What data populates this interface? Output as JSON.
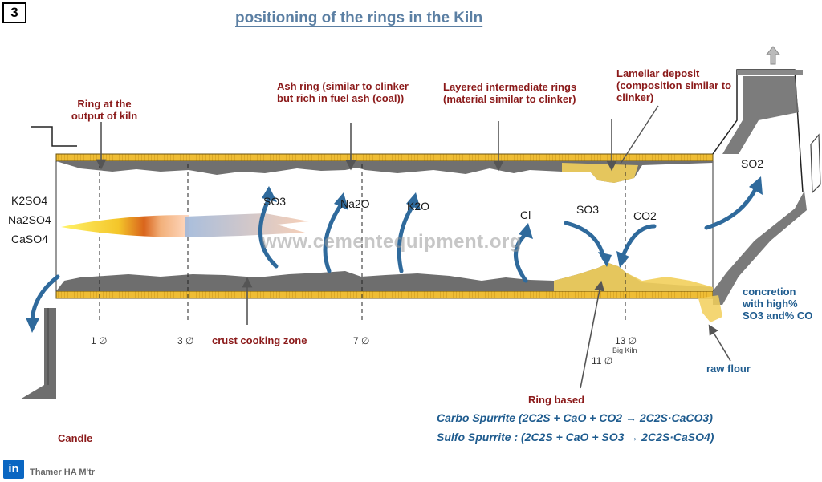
{
  "badge": "3",
  "title": "positioning of the rings in the Kiln",
  "labels": {
    "ring_output": "Ring at the output of kiln",
    "ash_ring": "Ash ring (similar to clinker but rich in fuel ash (coal))",
    "layered": "Layered intermediate rings (material similar to clinker)",
    "lamellar": "Lamellar deposit (composition similar to clinker)",
    "crust": "crust cooking zone",
    "candle": "Candle",
    "concretion": "concretion with high% SO3 and% CO",
    "raw_flour": "raw flour",
    "ring_based": "Ring based"
  },
  "chemicals": {
    "k2so4": "K2SO4",
    "na2so4": "Na2SO4",
    "caso4": "CaSO4",
    "so3_left": "SO3",
    "na2o": "Na2O",
    "k2o": "K2O",
    "cl": "Cl",
    "so3_right": "SO3",
    "co2": "CO2",
    "so2": "SO2"
  },
  "zones": {
    "z1": "1 ∅",
    "z3": "3 ∅",
    "z7": "7 ∅",
    "z11": "11 ∅",
    "z13": "13 ∅",
    "big_kiln": "Big Kiln"
  },
  "formulas": {
    "carbo": "Carbo Spurrite (2C2S + CaO + CO2  →  2C2S·CaCO3)",
    "sulfo": "Sulfo Spurrite : (2C2S + CaO + SO3  →  2C2S·CaSO4)"
  },
  "watermark": "www.cementequipment.org",
  "author": "Thamer HA M'tr",
  "linkedin": "in",
  "colors": {
    "shell": "#e8b52a",
    "deposit": "#6e6e6e",
    "accent": "#2f6a9c",
    "label_red": "#8b1a1a",
    "sulfate_yellow": "#f2cf5b"
  }
}
